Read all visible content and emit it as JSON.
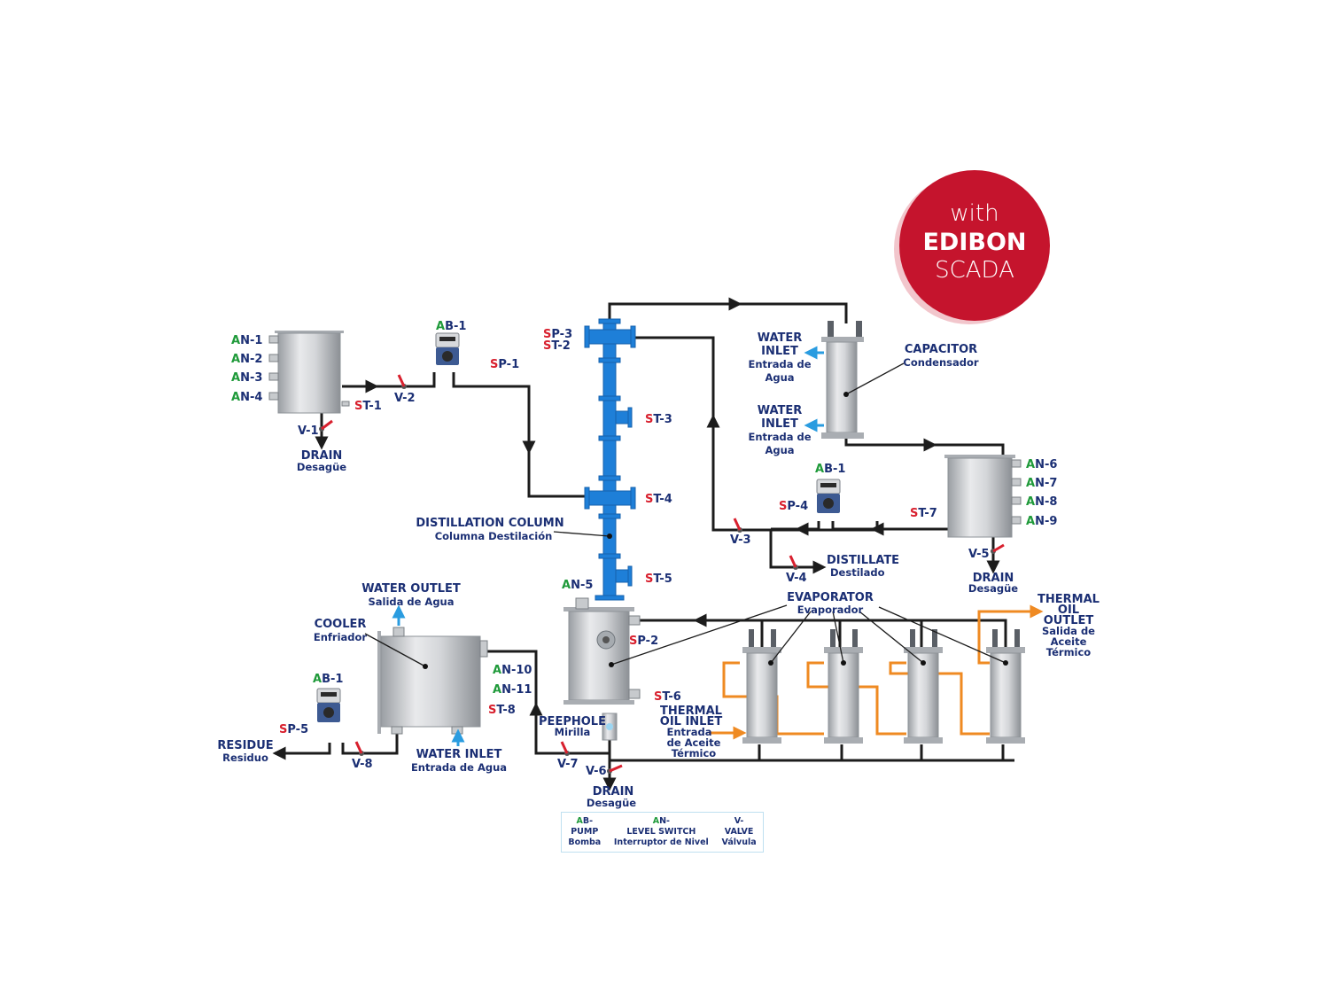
{
  "badge": {
    "line1": "with",
    "line2": "EDIBON",
    "line3": "SCADA",
    "color": "#c5142d"
  },
  "colors": {
    "label_blue": "#1b2f74",
    "tag_red": "#d8202e",
    "tag_green": "#1f9a3a",
    "column_blue": "#1e7fd8",
    "thermal_oil": "#ef8a22",
    "water_arrow": "#2a9ce0"
  },
  "feed_tank": {
    "level_switches": [
      {
        "prefix": "A",
        "rest": "N-1"
      },
      {
        "prefix": "A",
        "rest": "N-2"
      },
      {
        "prefix": "A",
        "rest": "N-3"
      },
      {
        "prefix": "A",
        "rest": "N-4"
      }
    ],
    "temp_sensor": {
      "prefix": "S",
      "rest": "T-1"
    },
    "drain_valve": "V-1",
    "drain": {
      "en": "DRAIN",
      "es": "Desagüe"
    }
  },
  "feed_line": {
    "valve": "V-2",
    "pump": {
      "prefix": "A",
      "rest": "B-1"
    },
    "pressure_sensor": {
      "prefix": "S",
      "rest": "P-1"
    }
  },
  "column": {
    "title_en": "DISTILLATION COLUMN",
    "title_es": "Columna Destilación",
    "top_sensors": [
      {
        "prefix": "S",
        "rest": "P-3"
      },
      {
        "prefix": "S",
        "rest": "T-2"
      }
    ],
    "side_sensors": [
      {
        "prefix": "S",
        "rest": "T-3"
      },
      {
        "prefix": "S",
        "rest": "T-4"
      },
      {
        "prefix": "S",
        "rest": "T-5"
      }
    ]
  },
  "condenser": {
    "title_en": "CAPACITOR",
    "title_es": "Condensador",
    "water_top": {
      "l1": "WATER",
      "l2": "INLET",
      "l3": "Entrada de",
      "l4": "Agua"
    },
    "water_bottom": {
      "l1": "WATER",
      "l2": "INLET",
      "l3": "Entrada de",
      "l4": "Agua"
    }
  },
  "distillate_tank": {
    "pump": {
      "prefix": "A",
      "rest": "B-1"
    },
    "pressure_sensor": {
      "prefix": "S",
      "rest": "P-4"
    },
    "temp_sensor": {
      "prefix": "S",
      "rest": "T-7"
    },
    "level_switches": [
      {
        "prefix": "A",
        "rest": "N-6"
      },
      {
        "prefix": "A",
        "rest": "N-7"
      },
      {
        "prefix": "A",
        "rest": "N-8"
      },
      {
        "prefix": "A",
        "rest": "N-9"
      }
    ],
    "valve_reflux": "V-3",
    "valve_distillate": "V-4",
    "valve_drain": "V-5",
    "distillate": {
      "en": "DISTILLATE",
      "es": "Destilado"
    },
    "drain": {
      "en": "DRAIN",
      "es": "Desagüe"
    }
  },
  "boiler": {
    "level_switch": {
      "prefix": "A",
      "rest": "N-5"
    },
    "pressure_sensor": {
      "prefix": "S",
      "rest": "P-2"
    },
    "temp_sensor": {
      "prefix": "S",
      "rest": "T-6"
    },
    "peephole": {
      "en": "PEEPHOLE",
      "es": "Mirilla"
    },
    "valve_residue": "V-7",
    "valve_drain": "V-6",
    "drain": {
      "en": "DRAIN",
      "es": "Desagüe"
    }
  },
  "evaporator": {
    "title_en": "EVAPORATOR",
    "title_es": "Evaporador",
    "oil_inlet": {
      "l1": "THERMAL",
      "l2": "OIL INLET",
      "l3": "Entrada",
      "l4": "de Aceite",
      "l5": "Térmico"
    },
    "oil_outlet": {
      "l1": "THERMAL",
      "l2": "OIL",
      "l3": "OUTLET",
      "l4": "Salida de",
      "l5": "Aceite",
      "l6": "Térmico"
    }
  },
  "cooler": {
    "title_en": "COOLER",
    "title_es": "Enfriador",
    "water_outlet": {
      "en": "WATER OUTLET",
      "es": "Salida de Agua"
    },
    "water_inlet": {
      "en": "WATER INLET",
      "es": "Entrada de Agua"
    },
    "level_switches": [
      {
        "prefix": "A",
        "rest": "N-10"
      },
      {
        "prefix": "A",
        "rest": "N-11"
      }
    ],
    "temp_sensor": {
      "prefix": "S",
      "rest": "T-8"
    },
    "pump": {
      "prefix": "A",
      "rest": "B-1"
    },
    "pressure_sensor": {
      "prefix": "S",
      "rest": "P-5"
    },
    "valve": "V-8",
    "residue": {
      "en": "RESIDUE",
      "es": "Residuo"
    }
  },
  "legend": [
    {
      "prefix": "A",
      "rest": "B-",
      "en": "PUMP",
      "es": "Bomba"
    },
    {
      "prefix": "A",
      "rest": "N-",
      "en": "LEVEL SWITCH",
      "es": "Interruptor de Nivel"
    },
    {
      "prefix": "",
      "rest": "V-",
      "en": "VALVE",
      "es": "Válvula"
    }
  ]
}
